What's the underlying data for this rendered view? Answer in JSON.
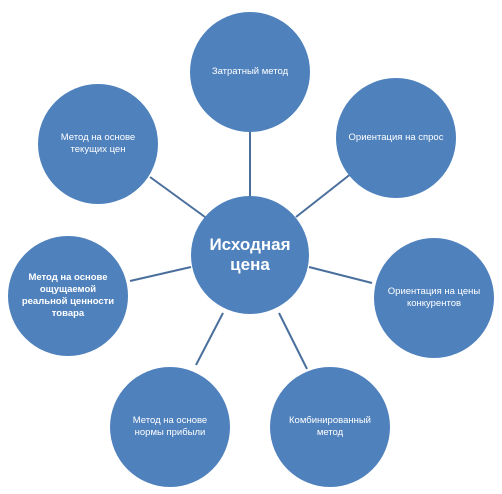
{
  "center": {
    "label": "Исходная цена"
  },
  "nodes": [
    {
      "id": "cost",
      "label": "Затратный метод"
    },
    {
      "id": "demand",
      "label": "Ориентация на спрос"
    },
    {
      "id": "competitors",
      "label": "Ориентация на цены конкурентов"
    },
    {
      "id": "combined",
      "label": "Комбинированный метод"
    },
    {
      "id": "profit",
      "label": "Метод на основе нормы прибыли"
    },
    {
      "id": "perceived",
      "label": "Метод на основе ощущаемой реальной ценности товара"
    },
    {
      "id": "current",
      "label": "Метод на основе текущих цен"
    }
  ],
  "colors": {
    "node_fill": "#4f81bd",
    "text": "#ffffff",
    "connector": "#4a6f9c"
  }
}
